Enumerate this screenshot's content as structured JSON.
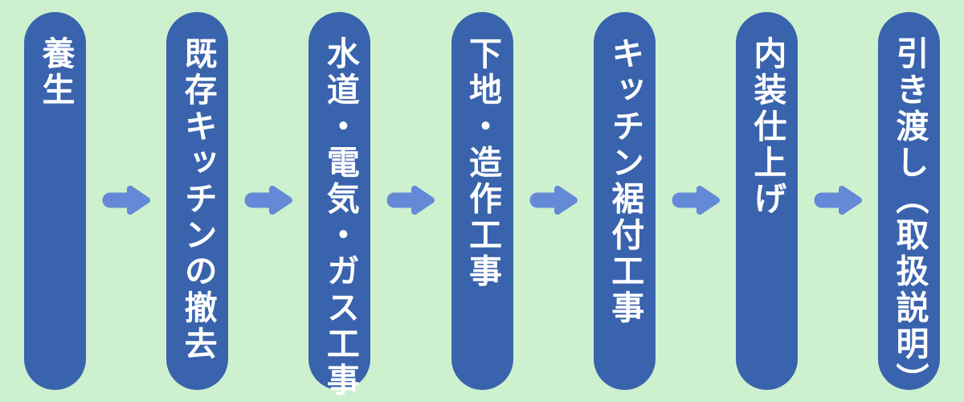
{
  "diagram": {
    "title_hint": "kitchen-renovation-process-flow",
    "colors": {
      "background": "#CDF1CE",
      "step_pill": "#3A63AD",
      "arrow": "#6489D6",
      "step_text": "#FFFFFF"
    },
    "steps": [
      {
        "label": "養生"
      },
      {
        "label": "既存キッチンの撤去"
      },
      {
        "label": "水道・電気・ガス工事"
      },
      {
        "label": "下地・造作工事"
      },
      {
        "label": "キッチン裾付工事"
      },
      {
        "label": "内装仕上げ"
      },
      {
        "label": "引き渡し（取扱説明）"
      }
    ],
    "arrow_glyph": "→"
  }
}
